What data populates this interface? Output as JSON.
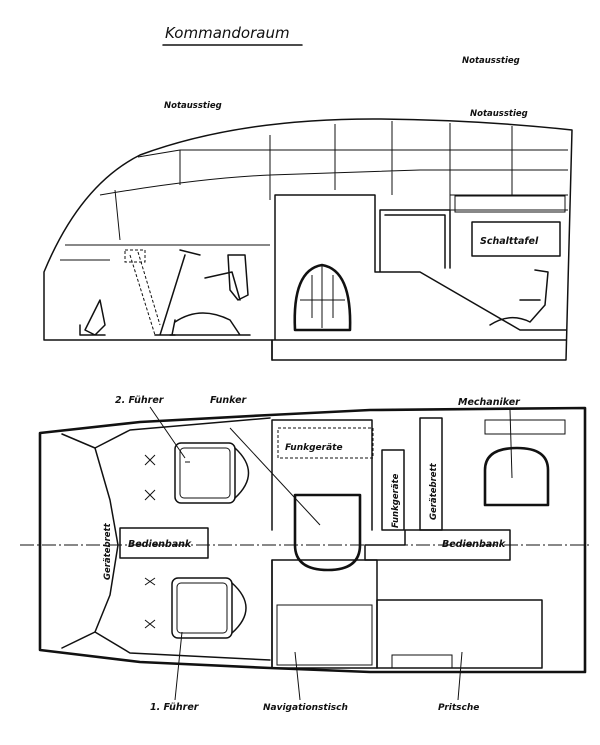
{
  "title": "Kommandoraum",
  "side_view": {
    "labels": {
      "notausstieg_top_right": "Notausstieg",
      "notausstieg_left": "Notausstieg",
      "notausstieg_mid_right": "Notausstieg",
      "schalttafel": "Schalttafel"
    }
  },
  "plan_view": {
    "labels": {
      "fuehrer_2": "2. Führer",
      "funker": "Funker",
      "mechaniker": "Mechaniker",
      "funkgeraete_box": "Funkgeräte",
      "funkgeraete_vertical": "Funkgeräte",
      "geraetebrett_right": "Gerätebrett",
      "geraetebrett_left": "Gerätebrett",
      "bedienbank_left": "Bedienbank",
      "bedienbank_right": "Bedienbank",
      "fuehrer_1": "1. Führer",
      "navigationstisch": "Navigationstisch",
      "pritsche": "Pritsche"
    }
  }
}
